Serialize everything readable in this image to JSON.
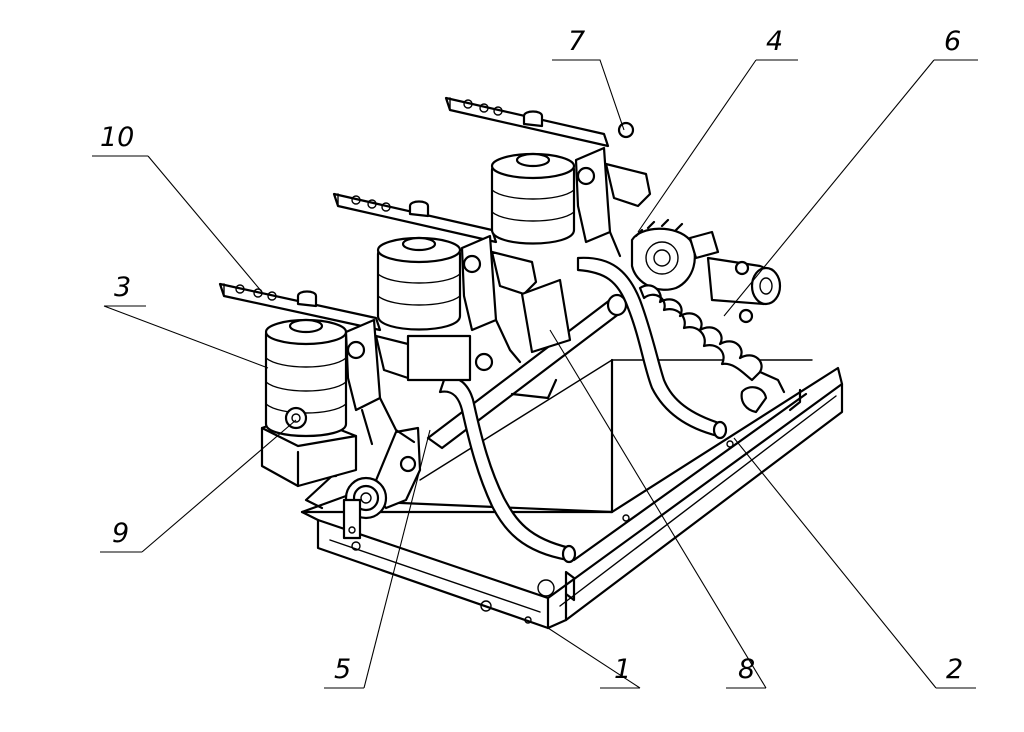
{
  "callouts": [
    {
      "id": "c1",
      "text": "1"
    },
    {
      "id": "c2",
      "text": "2"
    },
    {
      "id": "c3",
      "text": "3"
    },
    {
      "id": "c4",
      "text": "4"
    },
    {
      "id": "c5",
      "text": "5"
    },
    {
      "id": "c6",
      "text": "6"
    },
    {
      "id": "c7",
      "text": "7"
    },
    {
      "id": "c8",
      "text": "8"
    },
    {
      "id": "c9",
      "text": "9"
    },
    {
      "id": "c10",
      "text": "10"
    }
  ]
}
